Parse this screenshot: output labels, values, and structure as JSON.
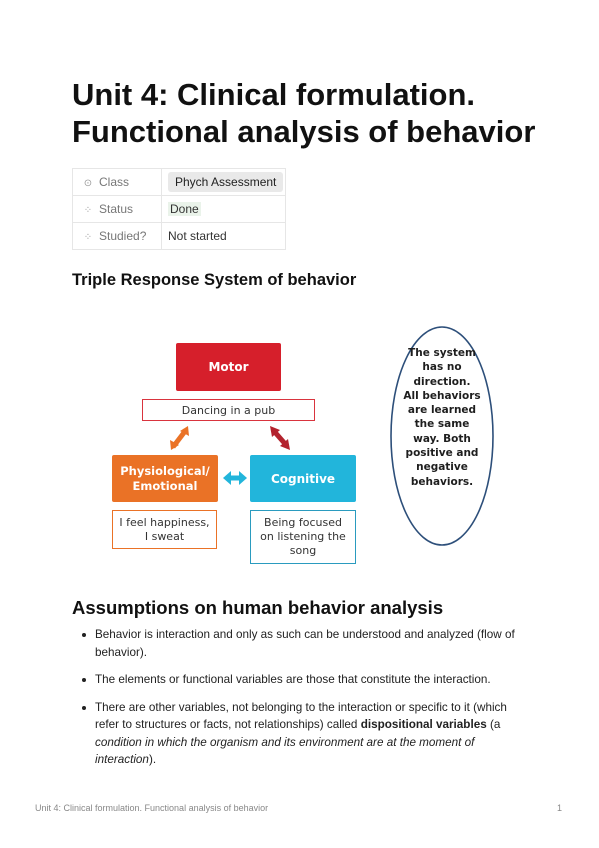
{
  "title": "Unit 4: Clinical formulation. Functional analysis of behavior",
  "properties": [
    {
      "icon": "select-icon",
      "glyph": "⊙",
      "label": "Class",
      "value": "Phych Assessment",
      "style": "chip"
    },
    {
      "icon": "status-icon",
      "glyph": "⁘",
      "label": "Status",
      "value": "Done",
      "style": "done"
    },
    {
      "icon": "status-icon",
      "glyph": "⁘",
      "label": "Studied?",
      "value": "Not started",
      "style": "plain"
    }
  ],
  "section1": {
    "heading": "Triple Response System of behavior"
  },
  "diagram": {
    "motor": "Motor",
    "motor_example": "Dancing in a pub",
    "physiological": [
      "Physiological/",
      "Emotional"
    ],
    "physiological_example": [
      "I feel happiness,",
      "I sweat"
    ],
    "cognitive": "Cognitive",
    "cognitive_example": [
      "Being focused",
      "on listening the",
      "song"
    ],
    "note_lines": [
      "The system",
      "has no",
      "direction.",
      "All behaviors",
      "are learned",
      "the same",
      "way. Both",
      "positive and",
      "negative",
      "behaviors."
    ],
    "colors": {
      "motor": "#d61f2b",
      "physiological": "#ea7226",
      "cognitive": "#22b5db",
      "oval": "#2d4f7a"
    }
  },
  "section2": {
    "heading": "Assumptions on human behavior analysis",
    "bullets": [
      {
        "text": "Behavior is interaction and only as such can be understood and analyzed (flow of behavior)."
      },
      {
        "text": "The elements or functional variables are those that constitute the interaction."
      },
      {
        "before": "There are other variables, not belonging to the interaction or specific to it (which refer to structures or facts, not relationships) called ",
        "bold": "dispositional variables",
        "middle": " (a ",
        "italic": "condition in which the organism and its environment are at the moment of interaction",
        "after": ")."
      }
    ]
  },
  "footer": {
    "title": "Unit 4: Clinical formulation. Functional analysis of behavior",
    "page": "1"
  }
}
